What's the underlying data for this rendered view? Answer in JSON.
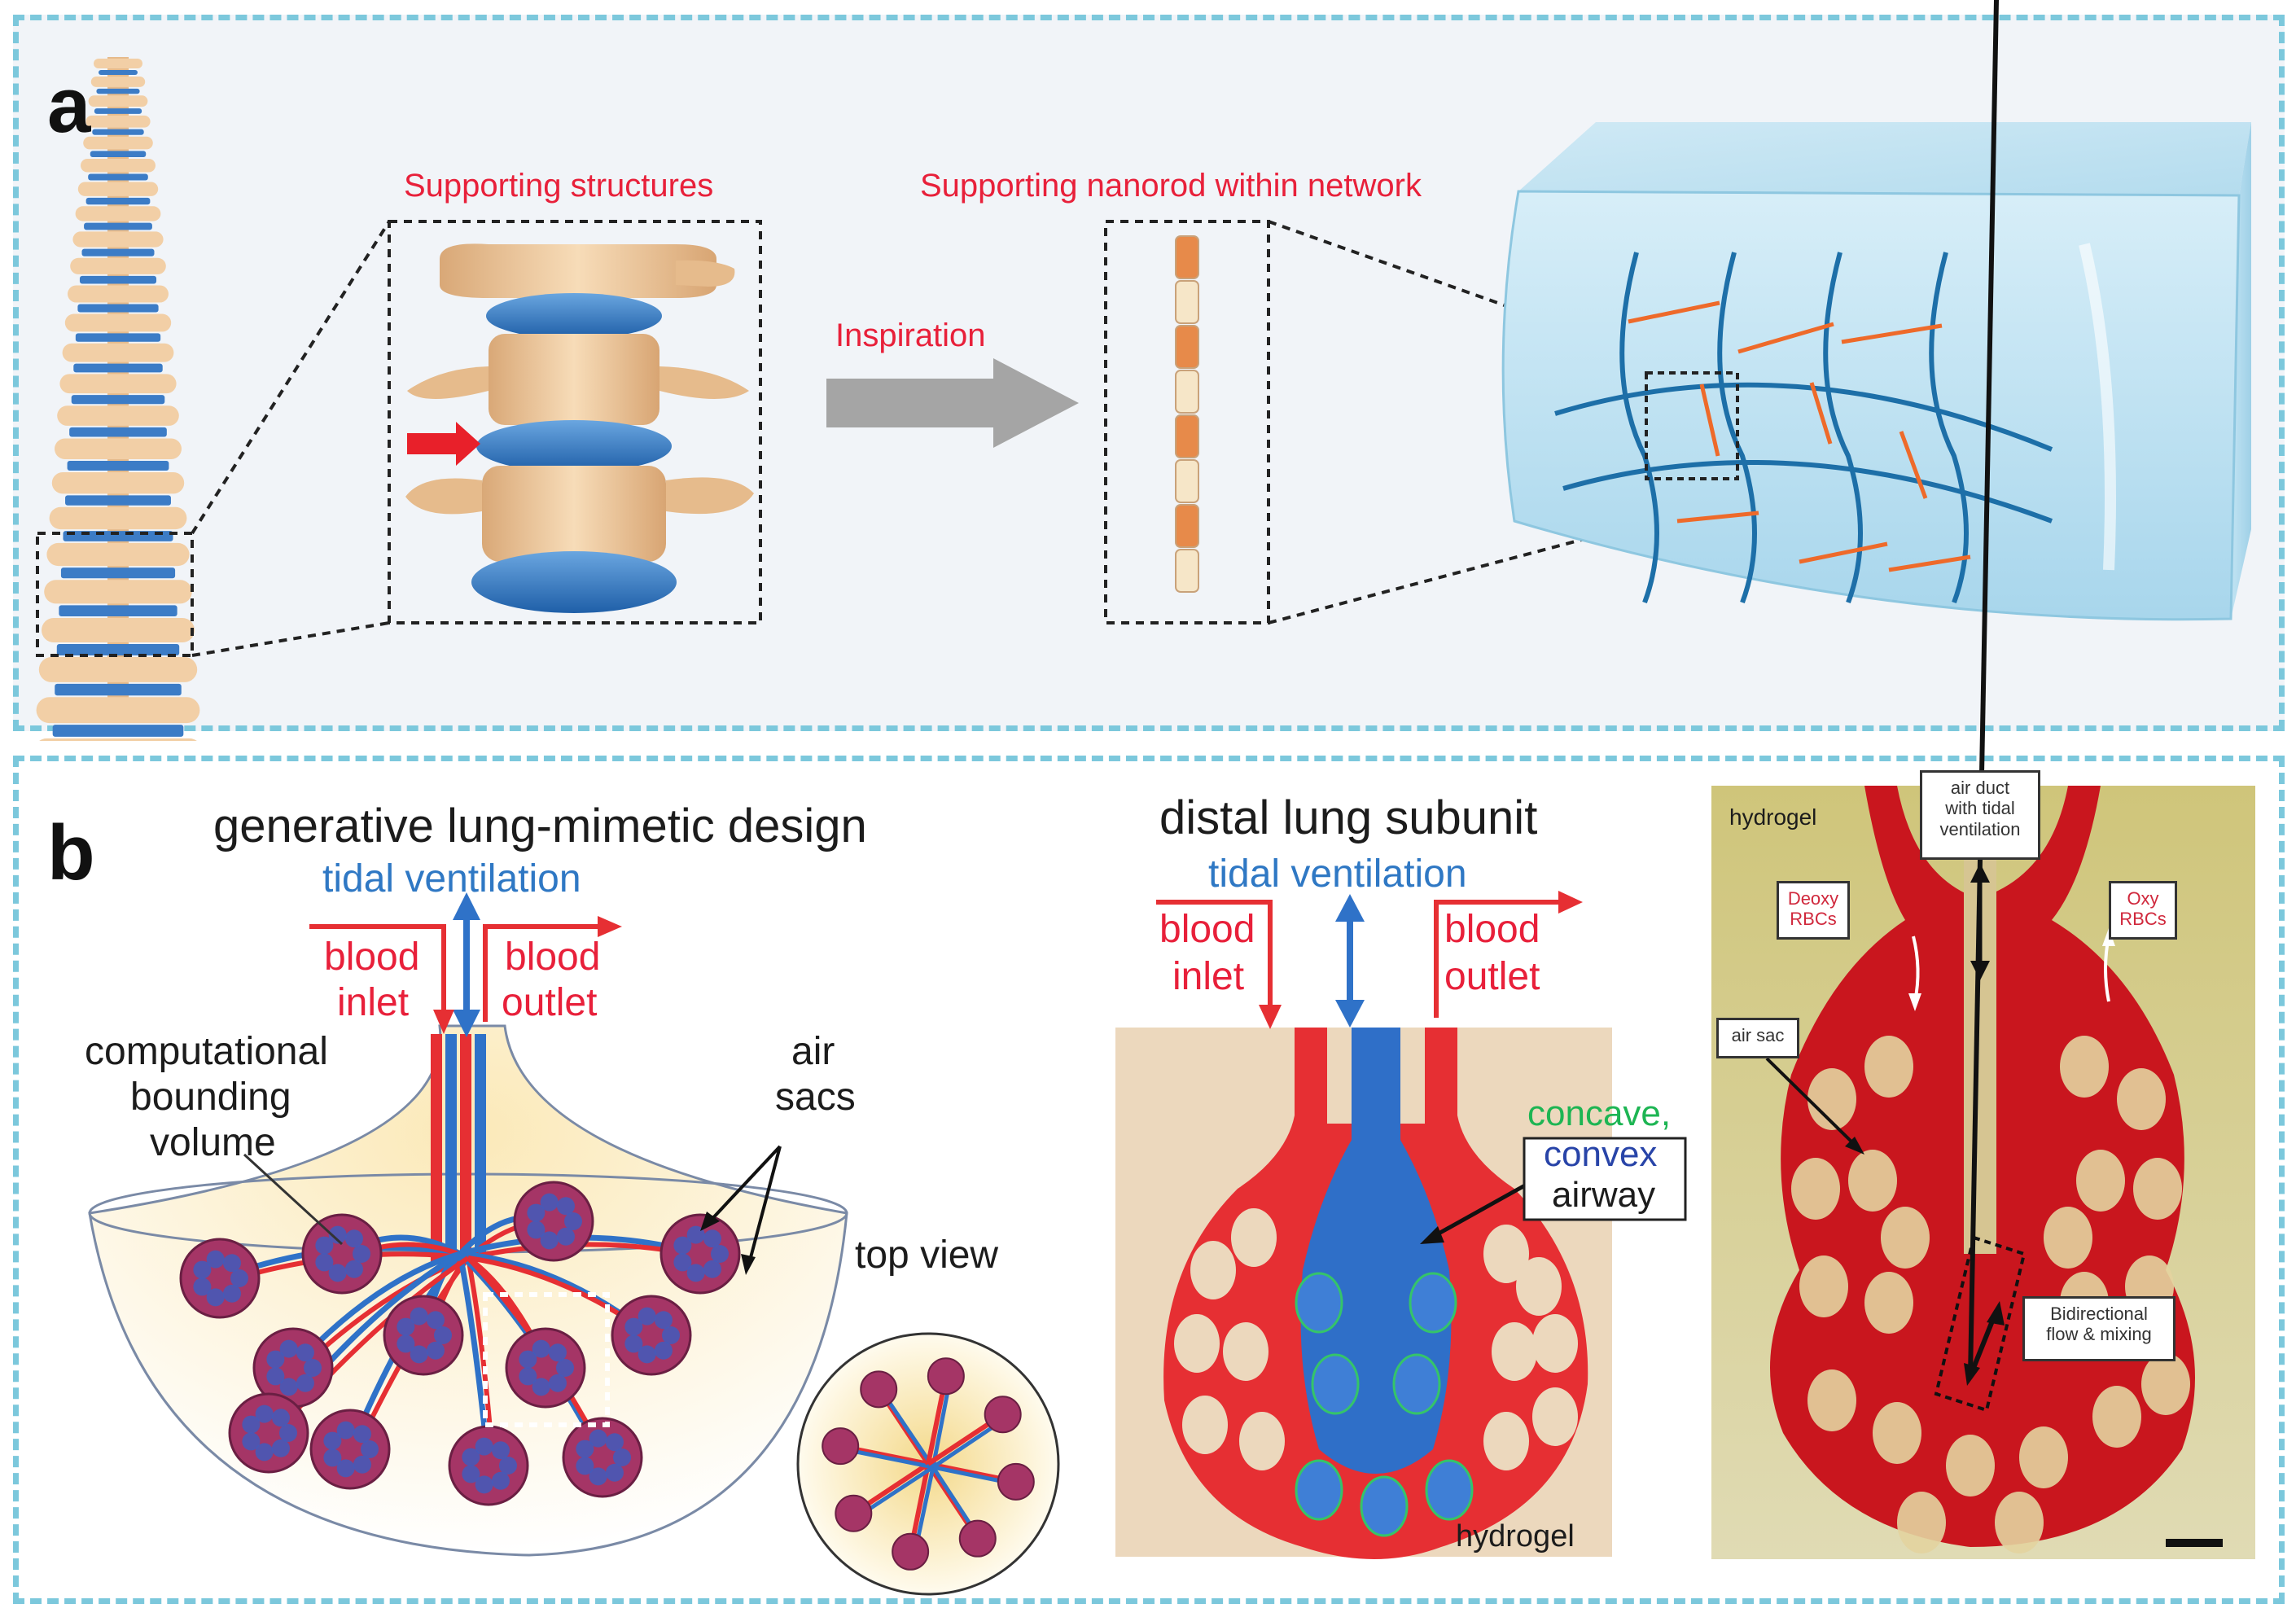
{
  "panel_a": {
    "letter": "a",
    "supporting_structures": "Supporting structures",
    "inspiration": "Inspiration",
    "supporting_nanorod": "Supporting nanorod within network"
  },
  "panel_b": {
    "letter": "b",
    "design": {
      "title": "generative lung-mimetic design",
      "tidal_ventilation": "tidal ventilation",
      "blood_inlet_1": "blood",
      "blood_inlet_2": "inlet",
      "blood_outlet_1": "blood",
      "blood_outlet_2": "outlet",
      "bounding_1": "computational",
      "bounding_2": "bounding",
      "bounding_3": "volume",
      "air_sacs_1": "air",
      "air_sacs_2": "sacs",
      "top_view": "top view"
    },
    "subunit": {
      "title": "distal lung subunit",
      "tidal_ventilation": "tidal ventilation",
      "blood_inlet_1": "blood",
      "blood_inlet_2": "inlet",
      "blood_outlet_1": "blood",
      "blood_outlet_2": "outlet",
      "concave": "concave,",
      "convex": "convex",
      "airway": "airway",
      "hydrogel": "hydrogel"
    },
    "photo": {
      "hydrogel": "hydrogel",
      "air_duct_1": "air duct",
      "air_duct_2": "with tidal",
      "air_duct_3": "ventilation",
      "deoxy_1": "Deoxy",
      "deoxy_2": "RBCs",
      "oxy_1": "Oxy",
      "oxy_2": "RBCs",
      "air_sac": "air sac",
      "bidirectional_1": "Bidirectional",
      "bidirectional_2": "flow & mixing"
    }
  },
  "colors": {
    "panel_border": "#7cc8dc",
    "label_red": "#e8203a",
    "label_blue": "#2f78c4",
    "vessel_red": "#e6252a",
    "cube_blue": "#bfe1f0",
    "bone": "#f2cfa6",
    "disc_blue": "#3c7cc6"
  }
}
